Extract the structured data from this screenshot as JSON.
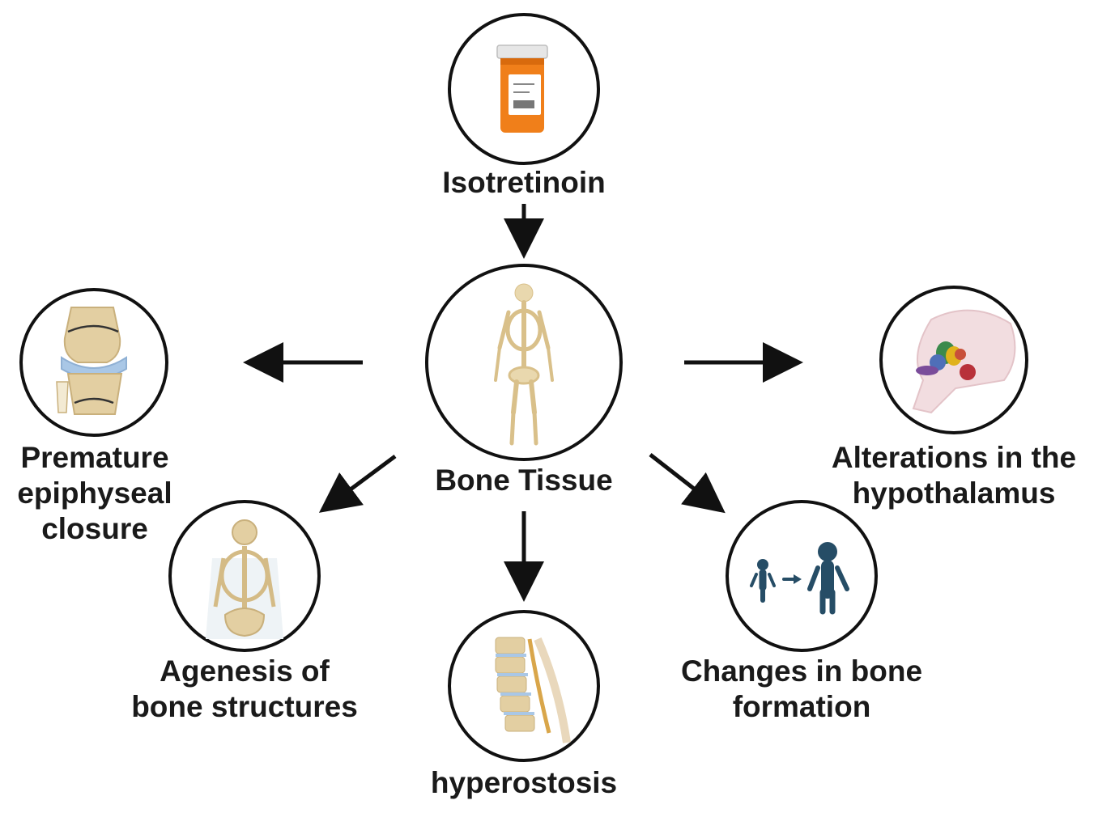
{
  "nodes": {
    "isotretinoin": {
      "label": "Isotretinoin",
      "icon": "pill-bottle-icon"
    },
    "bone_tissue": {
      "label": "Bone Tissue",
      "icon": "skeleton-icon"
    },
    "premature": {
      "line1": "Premature",
      "line2": "epiphyseal",
      "line3": "closure",
      "icon": "knee-joint-icon"
    },
    "hypothalamus": {
      "line1": "Alterations in the",
      "line2": "hypothalamus",
      "icon": "brain-icon"
    },
    "agenesis": {
      "line1": "Agenesis of",
      "line2": "bone structures",
      "icon": "torso-skeleton-icon"
    },
    "hyperostosis": {
      "label": "hyperostosis",
      "icon": "spine-icon"
    },
    "bone_formation": {
      "line1": "Changes in bone",
      "line2": "formation",
      "icon": "child-to-adult-icon"
    }
  },
  "colors": {
    "stroke": "#111111",
    "text": "#1a1a1a",
    "bone": "#e3cfa2",
    "cartilage": "#a9c7e6",
    "pill": "#f07f1a",
    "person": "#264d66",
    "brain": "#f2dde0"
  }
}
